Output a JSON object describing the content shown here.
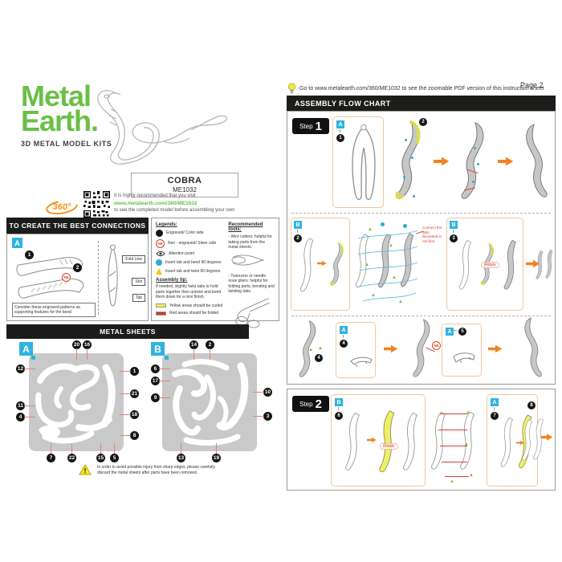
{
  "page": {
    "label": "Page 2"
  },
  "brand": {
    "logo_line1": "Metal",
    "logo_line2": "Earth.",
    "tagline": "3D METAL MODEL KITS"
  },
  "product": {
    "name": "COBRA",
    "sku": "ME1032",
    "badge_360": "360°",
    "visit_line1": "It is highly recommended that you visit",
    "visit_url": "www.metalearth.com/360/ME1032",
    "visit_line2": "to see the completed model before assembling your own"
  },
  "connections": {
    "title": "TO CREATE THE BEST CONNECTIONS",
    "sheet_badge": "A",
    "part1": "1",
    "part2": "2",
    "ne": "NE",
    "note": "Consider these engraved patterns as supporting features for the bend",
    "fold_line_label": "Fold Line",
    "slot_label": "Slot",
    "tab_label": "Tab"
  },
  "legends": {
    "title": "Legends:",
    "ne": "NE",
    "items": [
      {
        "label": "Engraved/ Color side"
      },
      {
        "label": "Non - engraved/ Silver side"
      },
      {
        "label": "Attention point"
      },
      {
        "label": "Insert tab and bend 90 degrees"
      },
      {
        "label": "Insert tab and twist 90 degrees"
      }
    ],
    "tip_title": "Assembly tip:",
    "tip_text": "If needed, slightly twist tabs to hold parts together then untwist and bend them down for a nice finish.",
    "note_yellow": "Yellow areas should be curled",
    "note_red": "Red areas should be folded"
  },
  "tools": {
    "title": "Recommended tools:",
    "item1": "- Wire cutters: helpful for taking parts from the metal sheets.",
    "item2": "- Tweezers or needle nose pliers: helpful for folding parts, bending and twisting tabs."
  },
  "metal_sheets": {
    "title": "METAL SHEETS",
    "warning_mark": "!",
    "sheet_a": {
      "badge": "A",
      "top": [
        "20",
        "16"
      ],
      "left": [
        "12",
        "11",
        "4"
      ],
      "right": [
        "1",
        "21",
        "18",
        "8"
      ],
      "bottom": [
        "7",
        "22",
        "15",
        "5"
      ]
    },
    "sheet_b": {
      "badge": "B",
      "top": [
        "14",
        "2"
      ],
      "left": [
        "6",
        "17",
        "9"
      ],
      "right": [
        "10",
        "3"
      ],
      "bottom": [
        "13",
        "19"
      ]
    },
    "warning_line1": "In order to avoid possible injury from sharp edges, please carefully",
    "warning_line2": "discard the metal sheets after parts have been removed."
  },
  "flowchart": {
    "tip": "Go to www.metalearth.com/360/ME1032 to see the zoomable PDF version of this instruction sheet",
    "title": "ASSEMBLY FLOW CHART",
    "step_label": "Step",
    "step1_num": "1",
    "step2_num": "2",
    "r1_badge": "A",
    "r1_part": "1",
    "r1_attach": "2",
    "r2p1_badge": "B",
    "r2p1_part": "2",
    "r2_note": "Connect the tabs illustrated in red first",
    "r2p2_badge": "B",
    "r2p2_part": "3",
    "rotate_label": "Rotate",
    "r3p1_badge": "A",
    "r3p1_part": "4",
    "r3p2_badge": "A",
    "r3p2_part": "5",
    "r3_ne": "NE",
    "s2p1_badge": "B",
    "s2p1_part": "6",
    "s2p2_badge": "A",
    "s2p2_part": "7",
    "s2_attach": "8"
  }
}
